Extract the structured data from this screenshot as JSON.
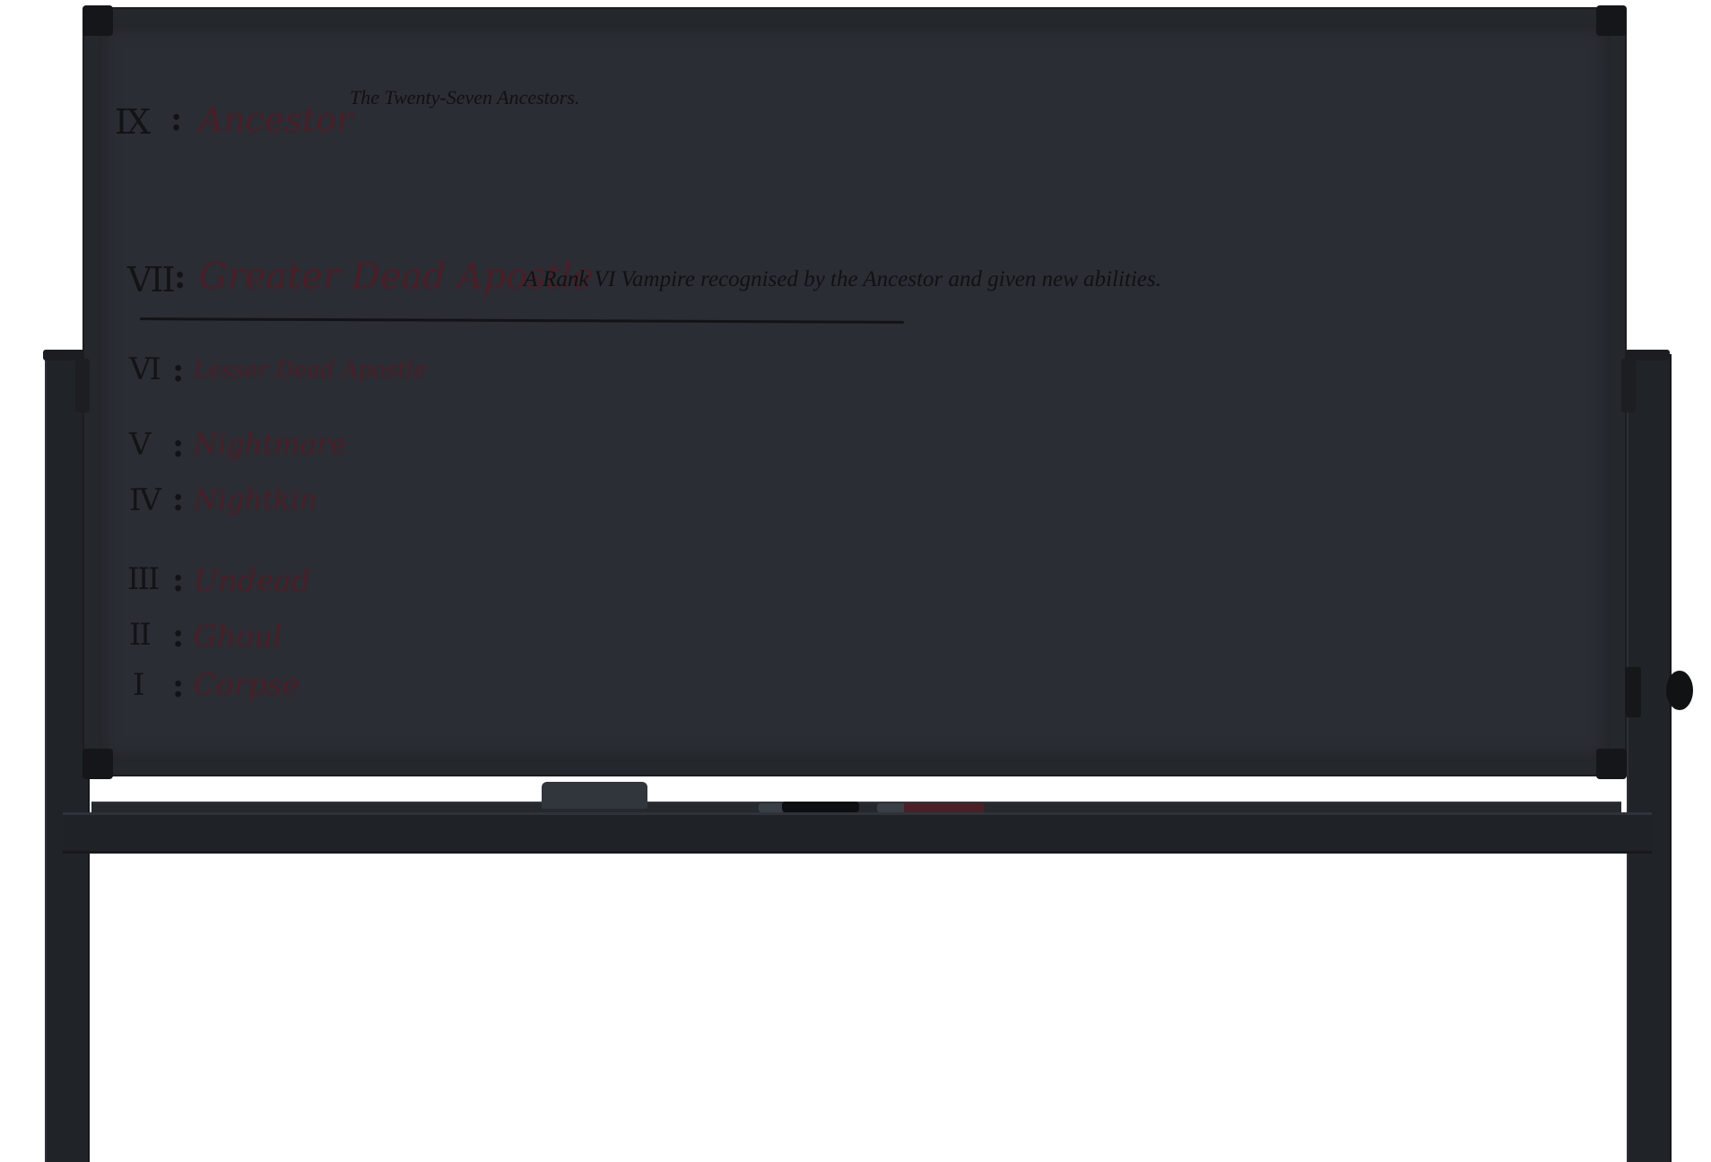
{
  "board": {
    "ranks": [
      {
        "numeral": "IX",
        "name": "Ancestor",
        "note": "The Twenty-Seven Ancestors."
      },
      {
        "numeral": "VII",
        "name": "Greater Dead Apostle",
        "note": "A Rank VI Vampire recognised by the Ancestor and given new abilities."
      },
      {
        "numeral": "VI",
        "name": "Lesser Dead Apostle",
        "note": ""
      },
      {
        "numeral": "V",
        "name": "Nightmare",
        "note": ""
      },
      {
        "numeral": "IV",
        "name": "Nightkin",
        "note": ""
      },
      {
        "numeral": "III",
        "name": "Undead",
        "note": ""
      },
      {
        "numeral": "II",
        "name": "Ghoul",
        "note": ""
      },
      {
        "numeral": "I",
        "name": "Corpse",
        "note": ""
      }
    ],
    "colon": ":"
  },
  "colors": {
    "board": "#2a2d33",
    "frame": "#24272c",
    "chalk_red": "#4a1e27",
    "ink_black": "#121315"
  }
}
